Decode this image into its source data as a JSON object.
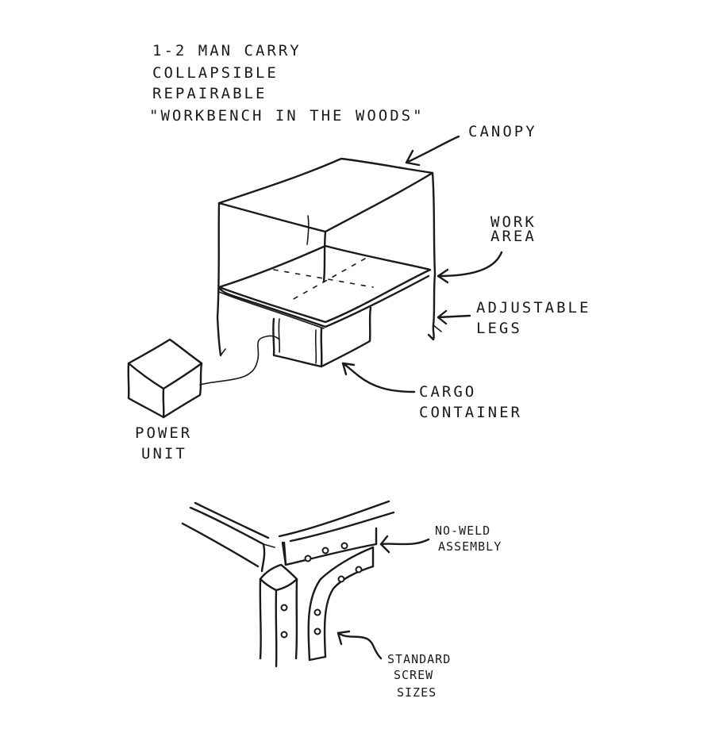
{
  "notes": {
    "line1": "1-2 MAN CARRY",
    "line2": "COLLAPSIBLE",
    "line3": "REPAIRABLE",
    "line4": "\"WORKBENCH IN THE WOODS\""
  },
  "labels": {
    "canopy": "CANOPY",
    "work_area_1": "WORK",
    "work_area_2": "AREA",
    "legs_1": "ADJUSTABLE",
    "legs_2": "LEGS",
    "cargo_1": "CARGO",
    "cargo_2": "CONTAINER",
    "power_1": "POWER",
    "power_2": "UNIT",
    "assembly_1": "NO-WELD",
    "assembly_2": "ASSEMBLY",
    "screw_1": "STANDARD",
    "screw_2": "SCREW",
    "screw_3": "SIZES"
  },
  "colors": {
    "ink": "#1a1a1a",
    "paper": "#ffffff"
  }
}
